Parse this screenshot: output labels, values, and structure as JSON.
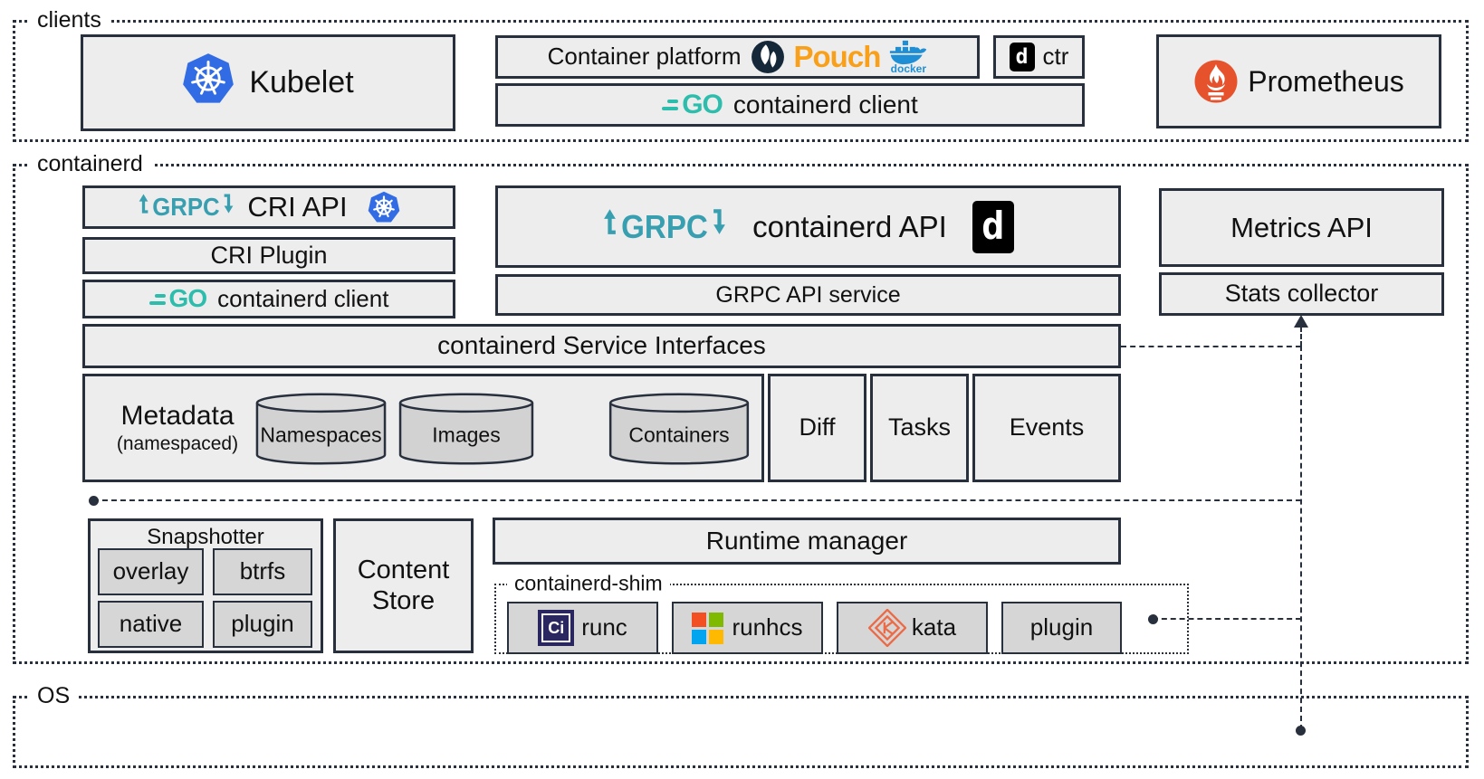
{
  "sections": {
    "clients": "clients",
    "containerd": "containerd",
    "os": "OS"
  },
  "clients": {
    "kubelet": "Kubelet",
    "container_platform": "Container platform",
    "pouch": "Pouch",
    "docker": "docker",
    "ctr": "ctr",
    "containerd_client": "containerd client",
    "prometheus": "Prometheus"
  },
  "core": {
    "cri_api": "CRI API",
    "cri_plugin": "CRI Plugin",
    "containerd_client": "containerd client",
    "containerd_api": "containerd API",
    "grpc_api_service": "GRPC API service",
    "metrics_api": "Metrics API",
    "stats_collector": "Stats collector",
    "service_interfaces": "containerd Service Interfaces",
    "metadata_title": "Metadata",
    "metadata_subtitle": "(namespaced)",
    "stores": [
      "Namespaces",
      "Images",
      "Containers"
    ],
    "services": [
      "Diff",
      "Tasks",
      "Events"
    ],
    "snapshotter_title": "Snapshotter",
    "snapshotters": [
      "overlay",
      "btrfs",
      "native",
      "plugin"
    ],
    "content_store": "Content Store",
    "runtime_manager": "Runtime manager",
    "shim_label": "containerd-shim",
    "runtimes": [
      "runc",
      "runhcs",
      "kata",
      "plugin"
    ]
  },
  "logos": {
    "grpc": "GRPC",
    "go": "GO",
    "oci": "Ci",
    "containerd_d": "d"
  },
  "colors": {
    "go_teal": "#2dbdad",
    "grpc_teal": "#379fb0",
    "pouch_orange": "#f9a01b",
    "docker_blue": "#1e8fd5",
    "kubernetes_blue": "#326CE5",
    "prometheus_orange": "#E6522C",
    "kata_coral": "#EC6A45",
    "ms_red": "#F25022",
    "ms_green": "#7FBA00",
    "ms_blue": "#00A4EF",
    "ms_yellow": "#FFB900",
    "box_fill": "#ededed",
    "inner_fill": "#d6d6d6",
    "line_dark": "#28303e"
  }
}
